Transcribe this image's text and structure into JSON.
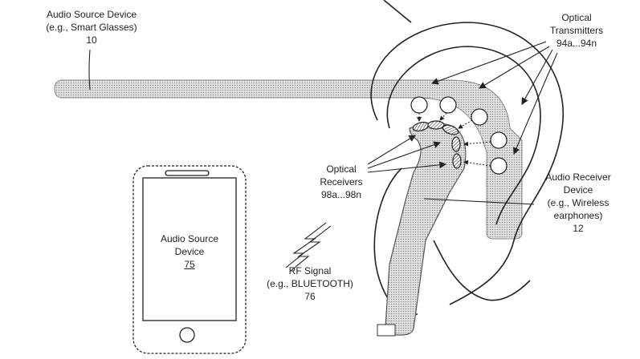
{
  "labels": {
    "audio_source_glasses": {
      "line1": "Audio Source Device",
      "line2": "(e.g., Smart Glasses)",
      "ref": "10"
    },
    "optical_transmitters": {
      "line1": "Optical",
      "line2": "Transmitters",
      "ref": "94a...94n"
    },
    "optical_receivers": {
      "line1": "Optical",
      "line2": "Receivers",
      "ref": "98a...98n"
    },
    "audio_receiver": {
      "line1": "Audio Receiver",
      "line2": "Device",
      "line3": "(e.g., Wireless",
      "line4": "earphones)",
      "ref": "12"
    },
    "audio_source_phone": {
      "line1": "Audio Source",
      "line2": "Device",
      "ref": "75"
    },
    "rf_signal": {
      "line1": "RF Signal",
      "line2": "(e.g., BLUETOOTH)",
      "ref": "76"
    }
  },
  "colors": {
    "stroke": "#222222",
    "fill_dotted": "#c8c8c8",
    "background": "#ffffff"
  },
  "icons": [
    "smartphone-icon",
    "lightning-bolt-icon",
    "ear-outline-icon",
    "earphone-icon"
  ]
}
